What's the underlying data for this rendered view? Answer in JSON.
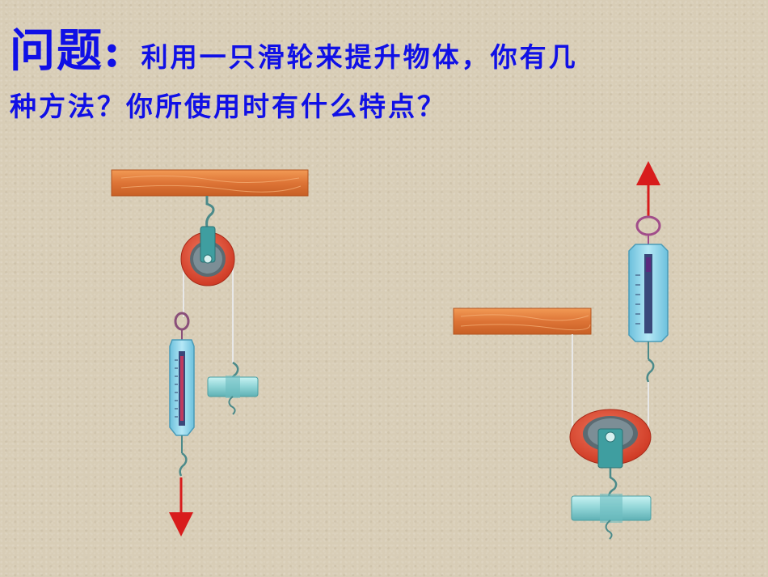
{
  "question": {
    "label": "问题",
    "colon": ":",
    "text_line1": "利用一只滑轮来提升物体，你有几",
    "text_line2": "种方法？你所使用时有什么特点？"
  },
  "figures": {
    "left": {
      "name": "fixed-pulley-setup"
    },
    "right": {
      "name": "movable-pulley-setup"
    }
  },
  "colors": {
    "text": "#1010e6",
    "wood": "#e0793a",
    "pulley_rim": "#e24a35",
    "pulley_hub": "#4aa6a6",
    "scale_body": "#8fd3ea",
    "arrow": "#d81c1c",
    "weight": "#9fe0e0"
  }
}
